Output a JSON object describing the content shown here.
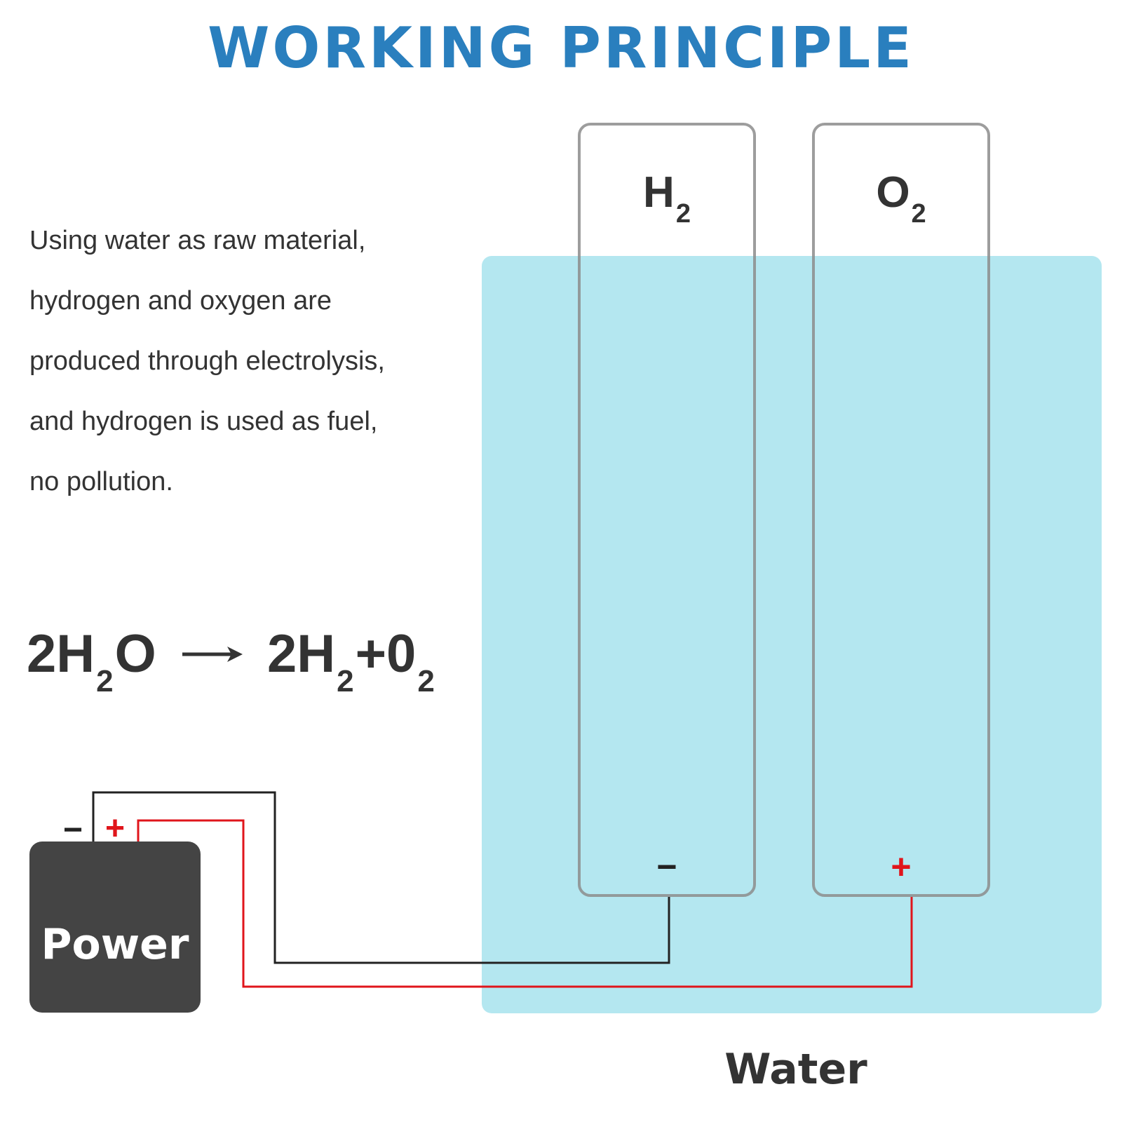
{
  "title": "WORKING PRINCIPLE",
  "description": [
    "Using water as raw material,",
    "hydrogen and oxygen are",
    "produced through electrolysis,",
    "and hydrogen is used as fuel,",
    "no pollution."
  ],
  "equation": {
    "reactant_coef": "2H",
    "reactant_sub": "2",
    "reactant_tail": "O",
    "product1_coef": "2H",
    "product1_sub": "2",
    "plus": "+0",
    "product2_sub": "2"
  },
  "tubes": {
    "h2": {
      "symbol": "H",
      "sub": "2",
      "electrode": "−"
    },
    "o2": {
      "symbol": "O",
      "sub": "2",
      "electrode": "+"
    }
  },
  "power": {
    "label": "Power",
    "minus_terminal": "−",
    "plus_terminal": "+"
  },
  "water_label": "Water",
  "colors": {
    "title": "#2a7fbe",
    "water": "#b4e7f0",
    "power_box": "#444444",
    "positive_wire": "#e0151b",
    "negative_wire": "#222222"
  }
}
